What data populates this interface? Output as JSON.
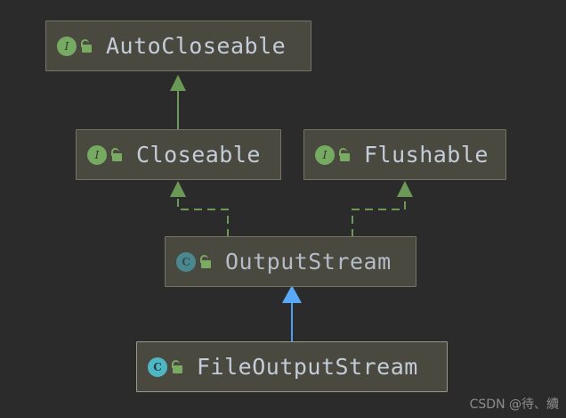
{
  "diagram": {
    "background_color": "#2b2b2b",
    "node_fill_color": "#4a4940",
    "node_border_color": "#777166",
    "label_color": "#c3ccd8",
    "inherit_edge_color": "#6a9a55",
    "selected_edge_color": "#4a9ff5",
    "interface_icon_color": "#76a961",
    "class_icon_color": "#4fb6c4",
    "visibility_icon_color": "#7aab62"
  },
  "nodes": [
    {
      "id": "autocloseable",
      "label": "AutoCloseable",
      "kind": "interface",
      "kind_icon": "interface-icon",
      "kind_letter": "I",
      "visibility": "public",
      "visibility_icon": "unlocked-padlock-icon",
      "selected": false
    },
    {
      "id": "closeable",
      "label": "Closeable",
      "kind": "interface",
      "kind_icon": "interface-icon",
      "kind_letter": "I",
      "visibility": "public",
      "visibility_icon": "unlocked-padlock-icon",
      "selected": false
    },
    {
      "id": "flushable",
      "label": "Flushable",
      "kind": "interface",
      "kind_icon": "interface-icon",
      "kind_letter": "I",
      "visibility": "public",
      "visibility_icon": "unlocked-padlock-icon",
      "selected": false
    },
    {
      "id": "outputstream",
      "label": "OutputStream",
      "kind": "abstract-class",
      "kind_icon": "abstract-class-icon",
      "kind_letter": "C",
      "visibility": "public",
      "visibility_icon": "unlocked-padlock-icon",
      "selected": false
    },
    {
      "id": "fileoutputstream",
      "label": "FileOutputStream",
      "kind": "class",
      "kind_icon": "class-icon",
      "kind_letter": "C",
      "visibility": "public",
      "visibility_icon": "unlocked-padlock-icon",
      "selected": true
    }
  ],
  "edges": [
    {
      "id": "closeable-to-autocloseable",
      "from": "closeable",
      "to": "autocloseable",
      "relation": "extends",
      "style": "solid",
      "color": "#6a9a55"
    },
    {
      "id": "outputstream-to-closeable",
      "from": "outputstream",
      "to": "closeable",
      "relation": "implements",
      "style": "dashed",
      "color": "#6a9a55"
    },
    {
      "id": "outputstream-to-flushable",
      "from": "outputstream",
      "to": "flushable",
      "relation": "implements",
      "style": "dashed",
      "color": "#6a9a55"
    },
    {
      "id": "fileoutputstream-to-outputstream",
      "from": "fileoutputstream",
      "to": "outputstream",
      "relation": "extends",
      "style": "solid",
      "color": "#4a9ff5"
    }
  ],
  "watermark": {
    "text": "CSDN @待、續"
  }
}
